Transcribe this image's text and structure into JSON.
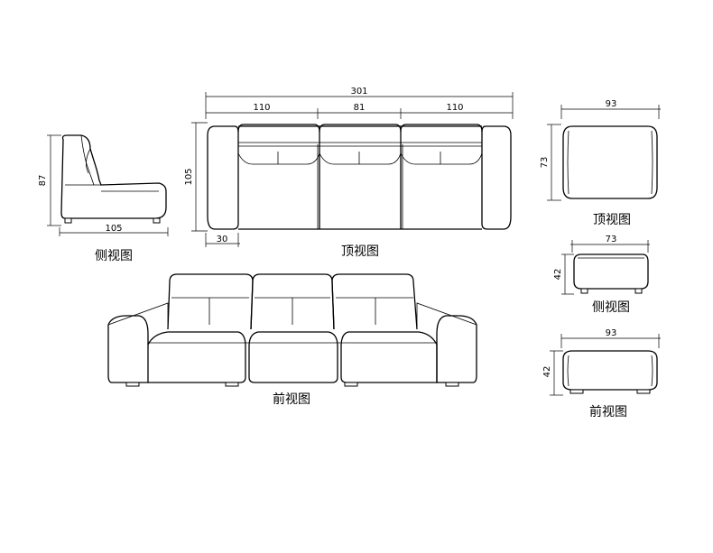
{
  "side_view": {
    "caption": "侧视图",
    "height": "87",
    "depth": "105"
  },
  "top_view": {
    "caption": "顶视图",
    "total_length": "301",
    "seg_left": "110",
    "seg_mid": "81",
    "seg_right": "110",
    "depth": "105",
    "arm_width": "30"
  },
  "front_view": {
    "caption": "前视图"
  },
  "ottoman_top": {
    "caption": "顶视图",
    "width": "93",
    "depth": "73"
  },
  "ottoman_side": {
    "caption": "侧视图",
    "width": "73",
    "height": "42"
  },
  "ottoman_front": {
    "caption": "前视图",
    "width": "93",
    "height": "42"
  }
}
